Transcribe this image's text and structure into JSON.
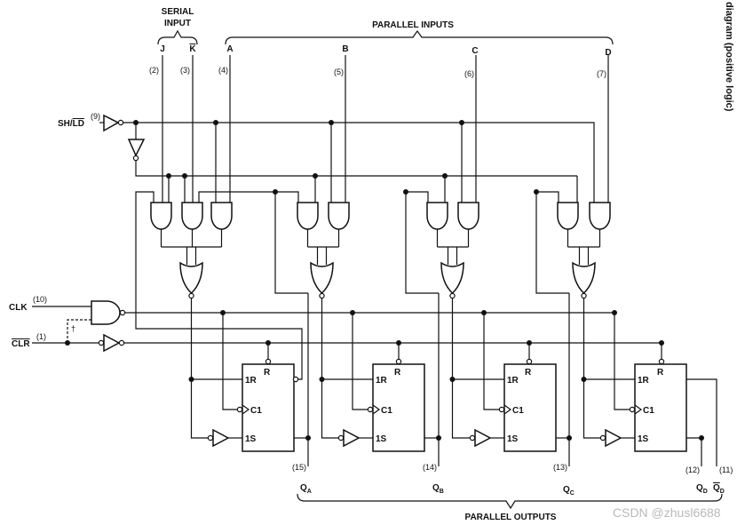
{
  "serial_input": {
    "line1": "SERIAL",
    "line2": "INPUT",
    "j": "J",
    "k": "K",
    "pin_j": "(2)",
    "pin_k": "(3)"
  },
  "parallel_inputs": {
    "label": "PARALLEL INPUTS",
    "inputs": [
      {
        "name": "A",
        "pin": "(4)"
      },
      {
        "name": "B",
        "pin": "(5)"
      },
      {
        "name": "C",
        "pin": "(6)"
      },
      {
        "name": "D",
        "pin": "(7)"
      }
    ]
  },
  "control": {
    "shld_prefix": "SH/",
    "shld_bar": "LD",
    "shld_pin": "(9)",
    "clk": "CLK",
    "clk_pin": "(10)",
    "clr": "CLR",
    "clr_pin": "(1)",
    "dagger": "†"
  },
  "flipflop": {
    "r_top": "R",
    "r_in": "1R",
    "c_in": "C1",
    "s_in": "1S"
  },
  "outputs": {
    "label": "PARALLEL OUTPUTS",
    "items": [
      {
        "q": "Q",
        "sub": "A",
        "pin": "(15)"
      },
      {
        "q": "Q",
        "sub": "B",
        "pin": "(14)"
      },
      {
        "q": "Q",
        "sub": "C",
        "pin": "(13)"
      },
      {
        "q": "Q",
        "sub": "D",
        "pin": "(12)"
      },
      {
        "q": "Q",
        "sub": "D",
        "pin": "(11)",
        "inverted": true
      }
    ]
  },
  "side_caption": "diagram (positive logic)",
  "watermark": "CSDN @zhusl6688"
}
